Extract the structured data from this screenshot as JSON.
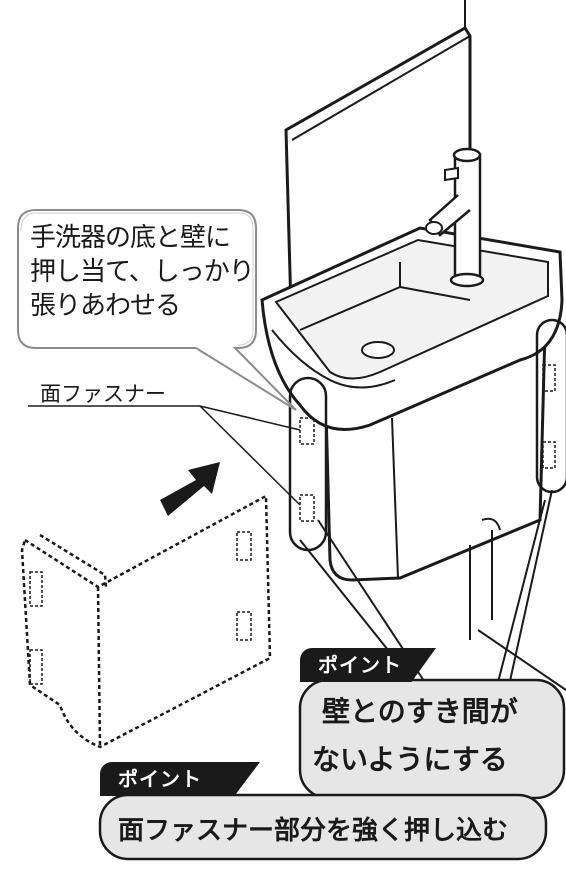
{
  "callout": {
    "lines": [
      "手洗器の底と壁に",
      "押し当て、しっかり",
      "張りあわせる"
    ]
  },
  "fastener_label": "面ファスナー",
  "point1": {
    "tag": "ポイント",
    "lines": [
      "壁とのすき間が",
      "ないようにする"
    ]
  },
  "point2": {
    "tag": "ポイント",
    "text": "面ファスナー部分を強く押し込む"
  },
  "colors": {
    "line": "#1a1a1a",
    "panel_fill": "#e6e6e6",
    "tag_bg": "#1a1a1a",
    "body_fill": "#ffffff",
    "basin_shade": "#f2f2f2"
  },
  "icons": {
    "arrow": "push-direction-arrow-icon"
  }
}
